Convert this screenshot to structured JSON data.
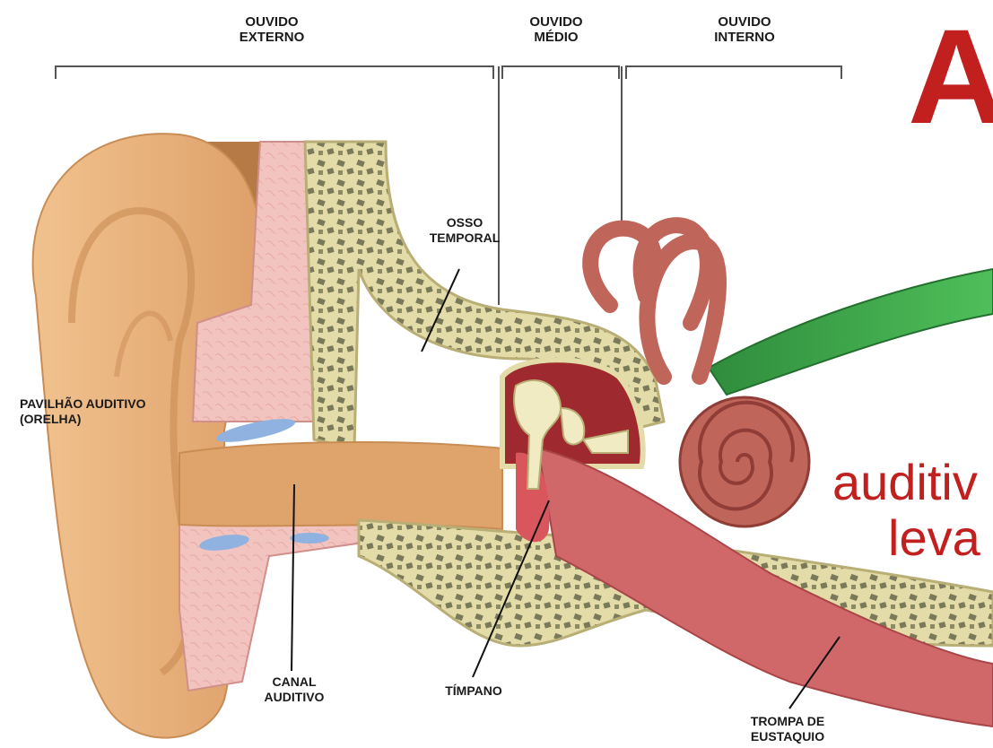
{
  "regions": [
    {
      "name": "ouvido-externo",
      "text": "OUVIDO\nEXTERNO"
    },
    {
      "name": "ouvido-medio",
      "text": "OUVIDO\nMÉDIO"
    },
    {
      "name": "ouvido-interno",
      "text": "OUVIDO\nINTERNO"
    }
  ],
  "labels": {
    "osso_temporal": "OSSO\nTEMPORAL",
    "pavilhao": "PAVILHÃO AUDITIVO\n(ORELHA)",
    "canal": "CANAL\nAUDITIVO",
    "timpano": "TÍMPANO",
    "trompa": "TROMPA DE\nEUSTAQUIO"
  },
  "overlay_text": {
    "big_letter": "A",
    "line1": "auditiv",
    "line2": "leva"
  },
  "colors": {
    "skin": "#e8b47f",
    "skin_dark": "#c98c55",
    "cartilage": "#f2c4c0",
    "bone": "#e4dca8",
    "bone_spots": "#7a7a5a",
    "cochlea": "#c0655a",
    "eustachian": "#d0686a",
    "nerve": "#2f8c3c",
    "accent_red": "#c21f1f"
  }
}
